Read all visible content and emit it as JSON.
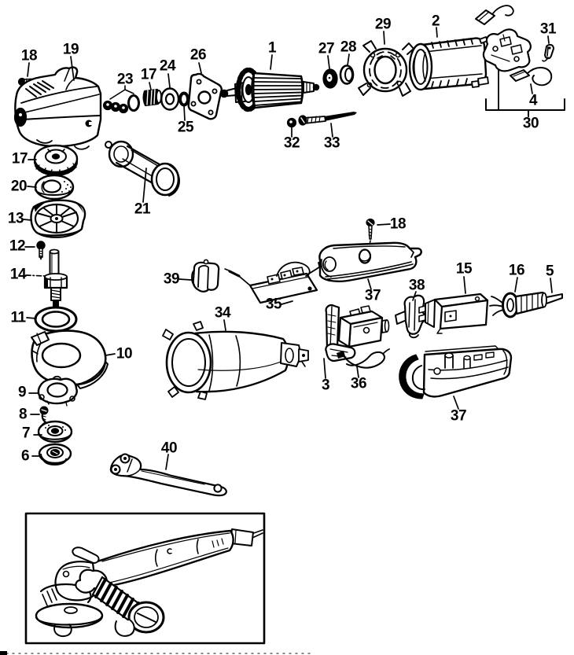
{
  "page": {
    "background": "#ffffff",
    "ink": "#000000",
    "kind": "exploded-parts-diagram"
  },
  "callouts": {
    "c1": {
      "text": "1"
    },
    "c2": {
      "text": "2"
    },
    "c3": {
      "text": "3"
    },
    "c4": {
      "text": "4"
    },
    "c5": {
      "text": "5"
    },
    "c6": {
      "text": "6"
    },
    "c7": {
      "text": "7"
    },
    "c8": {
      "text": "8"
    },
    "c9": {
      "text": "9"
    },
    "c10": {
      "text": "10"
    },
    "c11": {
      "text": "11"
    },
    "c12": {
      "text": "12"
    },
    "c13": {
      "text": "13"
    },
    "c14": {
      "text": "14"
    },
    "c15": {
      "text": "15"
    },
    "c16": {
      "text": "16"
    },
    "c17a": {
      "text": "17"
    },
    "c17b": {
      "text": "17"
    },
    "c18a": {
      "text": "18"
    },
    "c18b": {
      "text": "18"
    },
    "c19": {
      "text": "19"
    },
    "c20": {
      "text": "20"
    },
    "c21": {
      "text": "21"
    },
    "c23": {
      "text": "23"
    },
    "c24": {
      "text": "24"
    },
    "c25": {
      "text": "25"
    },
    "c26": {
      "text": "26"
    },
    "c27": {
      "text": "27"
    },
    "c28": {
      "text": "28"
    },
    "c29": {
      "text": "29"
    },
    "c30": {
      "text": "30"
    },
    "c31": {
      "text": "31"
    },
    "c32": {
      "text": "32"
    },
    "c33": {
      "text": "33"
    },
    "c34": {
      "text": "34"
    },
    "c35": {
      "text": "35"
    },
    "c36": {
      "text": "36"
    },
    "c37a": {
      "text": "37"
    },
    "c37b": {
      "text": "37"
    },
    "c38": {
      "text": "38"
    },
    "c39": {
      "text": "39"
    },
    "c40": {
      "text": "40"
    }
  }
}
